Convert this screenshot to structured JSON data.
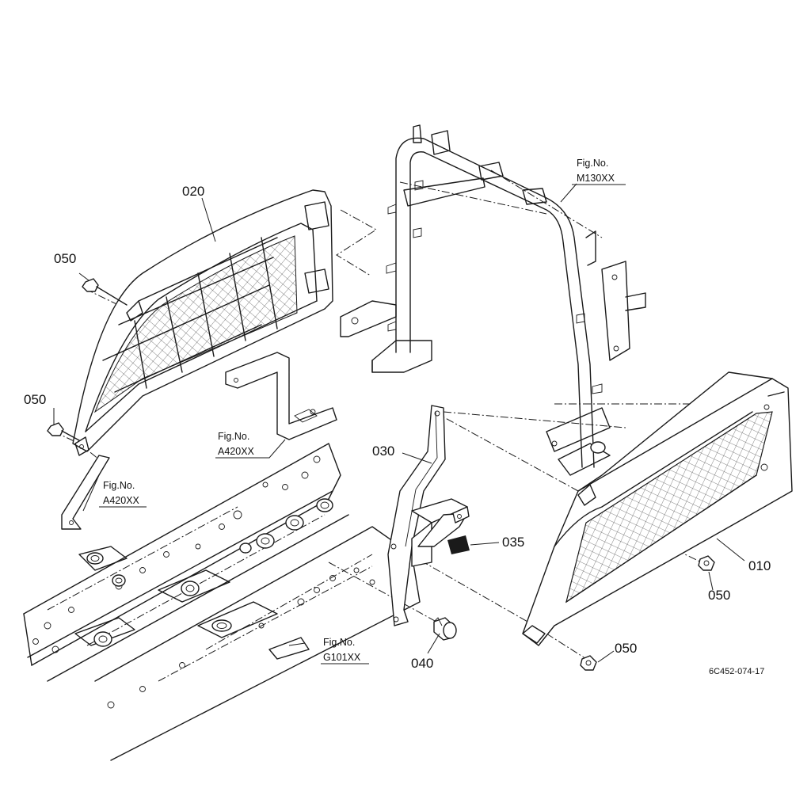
{
  "part_labels": {
    "p010": "010",
    "p020": "020",
    "p030": "030",
    "p035": "035",
    "p040": "040",
    "p050_a": "050",
    "p050_b": "050",
    "p050_c": "050",
    "p050_d": "050"
  },
  "figure_refs": {
    "m130": {
      "prefix": "Fig.No.",
      "code": "M130XX"
    },
    "a420_upper": {
      "prefix": "Fig.No.",
      "code": "A420XX"
    },
    "a420_lower": {
      "prefix": "Fig.No.",
      "code": "A420XX"
    },
    "g101": {
      "prefix": "Fig.No.",
      "code": "G101XX"
    }
  },
  "drawing_code": "6C452-074-17"
}
